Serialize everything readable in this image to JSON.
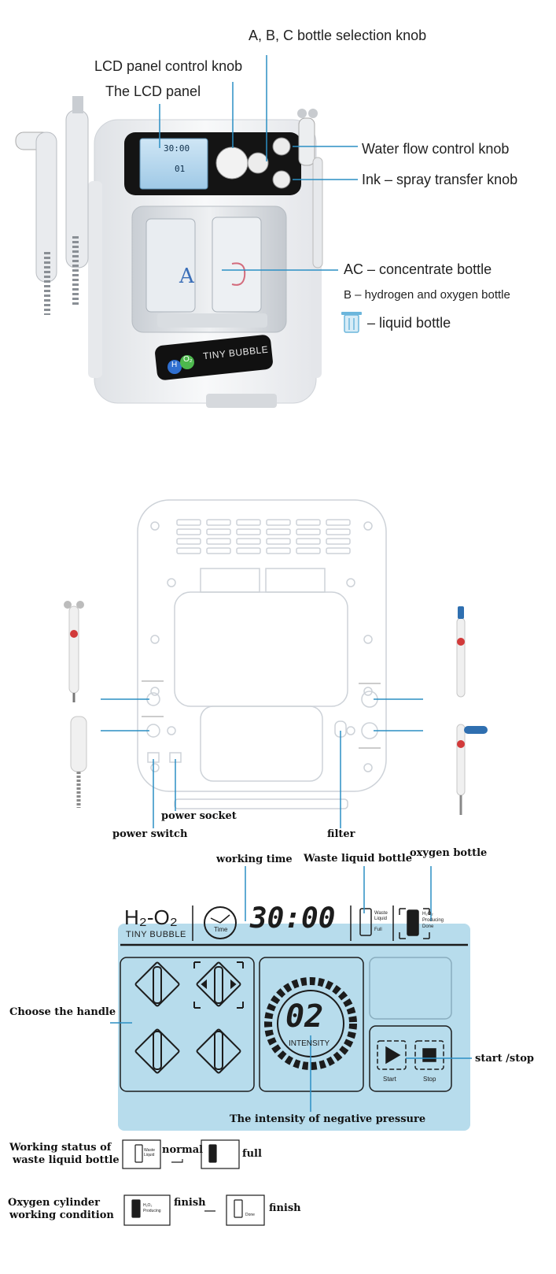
{
  "top_callouts": {
    "bottle_selection_knob": "A, B, C bottle selection knob",
    "lcd_control_knob": "LCD panel control knob",
    "lcd_panel": "The LCD panel",
    "water_flow_knob": "Water flow control knob",
    "ink_spray_knob": "Ink – spray transfer knob",
    "ac_concentrate": "AC – concentrate bottle",
    "b_hydrogen_oxygen": "B – hydrogen and oxygen bottle",
    "liquid_bottle": "– liquid bottle"
  },
  "device": {
    "brand": "TINY BUBBLE",
    "h_letter": "H",
    "o2_letter": "O₂",
    "lcd_time": "30:00",
    "lcd_small": "01",
    "bottle_a_letter": "A"
  },
  "back_callouts": {
    "power_socket": "power socket",
    "power_switch": "power switch",
    "filter": "filter"
  },
  "lcd_callouts": {
    "working_time": "working time",
    "waste_liquid_bottle": "Waste liquid bottle",
    "oxygen_bottle": "oxygen bottle",
    "choose_handle": "Choose the handle",
    "start_stop": "start /stop",
    "negative_pressure": "The intensity of negative pressure"
  },
  "lcd_panel": {
    "logo": "H₂-O₂",
    "subtitle": "TINY BUBBLE",
    "time_label": "Time",
    "time_value": "30:00",
    "waste_label1": "Waste",
    "waste_label2": "Liquid",
    "waste_label3": "Full",
    "oxy_label1": "H₂O₂",
    "oxy_label2": "Producing",
    "oxy_label3": "Done",
    "intensity_value": "02",
    "intensity_label": "INTENSITY",
    "start_label": "Start",
    "stop_label": "Stop"
  },
  "status": {
    "waste_status_line1": "Working status of",
    "waste_status_line2": "waste liquid bottle",
    "normal": "normal",
    "full": "full",
    "oxygen_line1": "Oxygen cylinder",
    "oxygen_line2": "working condition",
    "finish1": "finish",
    "finish2": "finish",
    "mini_waste1": "Waste",
    "mini_waste2": "Liquid",
    "mini_oxy1": "H₂O₂",
    "mini_oxy2": "Producing",
    "mini_oxy3": "Done"
  },
  "colors": {
    "callout_line": "#2b8fc4",
    "lcd_blue": "#b7dcec",
    "lcd_dark": "#1c1c1c",
    "device_white": "#f1f2f4",
    "outline_grey": "#cdd2d8"
  }
}
